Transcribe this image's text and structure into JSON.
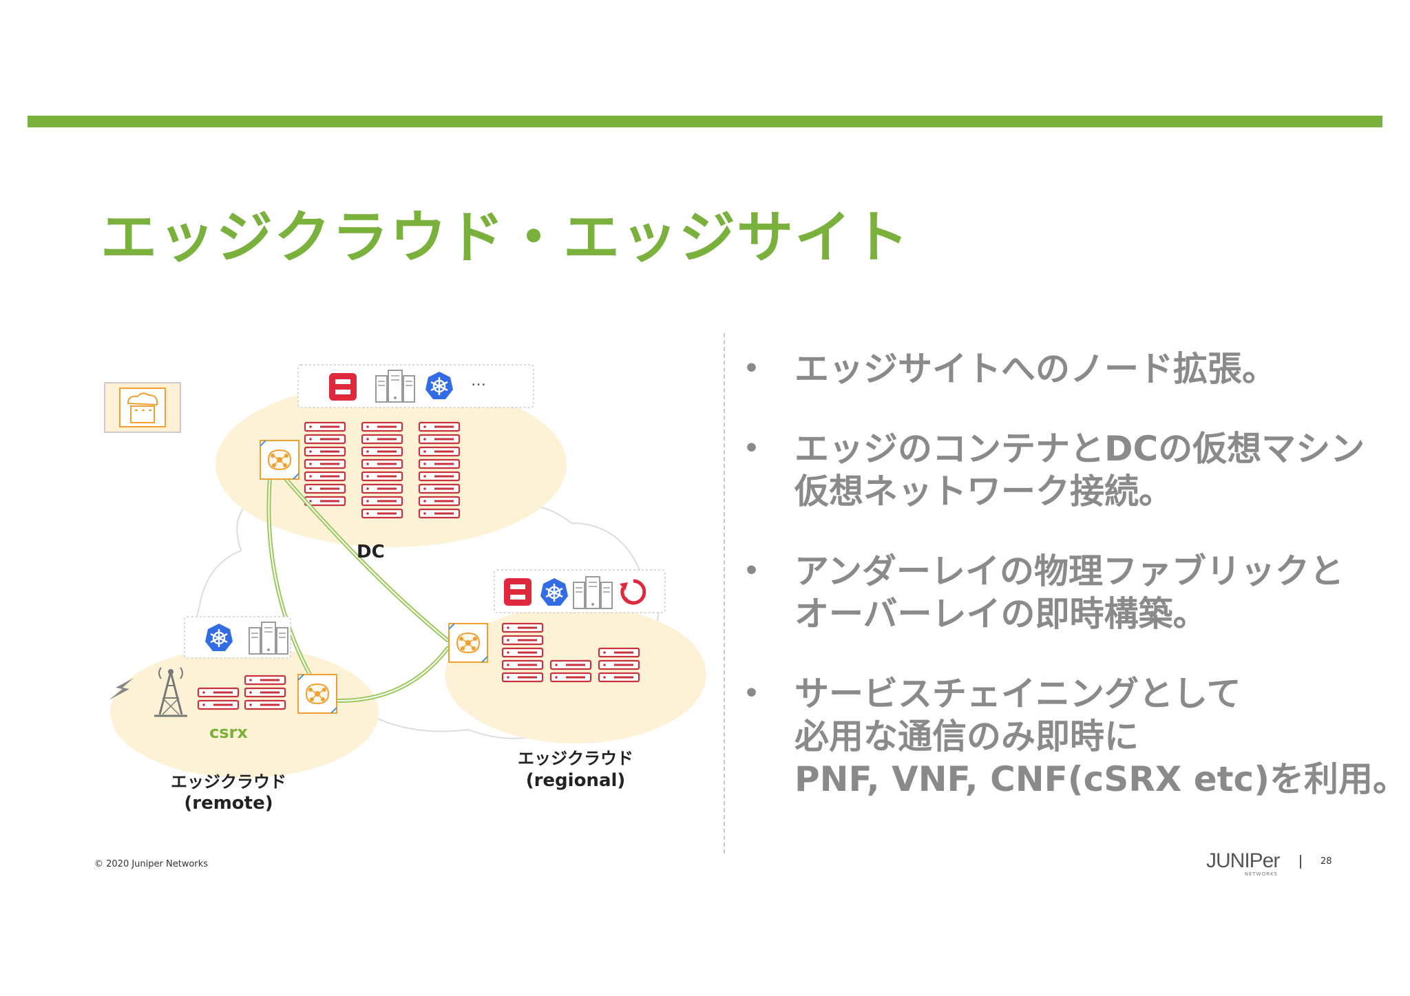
{
  "slide": {
    "title": "エッジクラウド・エッジサイト",
    "diagram": {
      "dc_label": "DC",
      "csrx_label": "csrx",
      "remote_label_line1": "エッジクラウド",
      "remote_label_line2": "(remote)",
      "regional_label_line1": "エッジクラウド",
      "regional_label_line2": "(regional)",
      "dc_ellipsis": "…"
    },
    "bullets": [
      {
        "symbol": "•",
        "line1": "エッジサイトへのノード拡張。"
      },
      {
        "symbol": "•",
        "line1": "エッジのコンテナとDCの仮想マシン",
        "line2": "仮想ネットワーク接続。"
      },
      {
        "symbol": "•",
        "line1": "アンダーレイの物理ファブリックと",
        "line2": "オーバーレイの即時構築。"
      },
      {
        "symbol": "•",
        "line1": "サービスチェイニングとして",
        "line2": "必用な通信のみ即時に",
        "line3": "PNF, VNF, CNF(cSRX etc)を利用。"
      }
    ],
    "footer": {
      "copyright": "© 2020 Juniper Networks",
      "logo_text": "JUNIPer",
      "logo_subtext": "NETWORKS",
      "page_number": "28"
    },
    "colors": {
      "accent_green": "#7ab03c",
      "bullet_gray": "#8a8a8a",
      "cloud_fill": "#fdf1d6",
      "server_red": "#c8323c",
      "k8s_blue": "#326ce5",
      "network_orange": "#f0a030"
    }
  }
}
